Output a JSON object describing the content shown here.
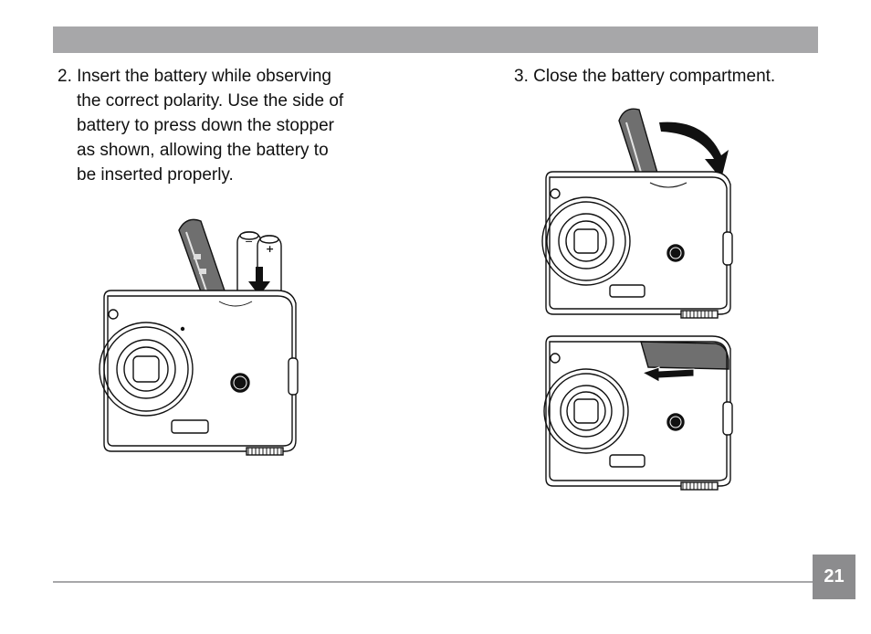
{
  "step2": {
    "number": "2.",
    "lines": [
      "Insert the battery while observing",
      "the correct polarity. Use the side of",
      "battery to press down the stopper",
      "as shown, allowing the battery to",
      "be inserted properly."
    ]
  },
  "step3": {
    "text": "3. Close the battery compartment."
  },
  "battery": {
    "minus": "−",
    "plus": "+"
  },
  "page_number": "21",
  "colors": {
    "header_bar": "#a7a7a9",
    "page_box": "#8c8c8e",
    "text": "#111111"
  }
}
